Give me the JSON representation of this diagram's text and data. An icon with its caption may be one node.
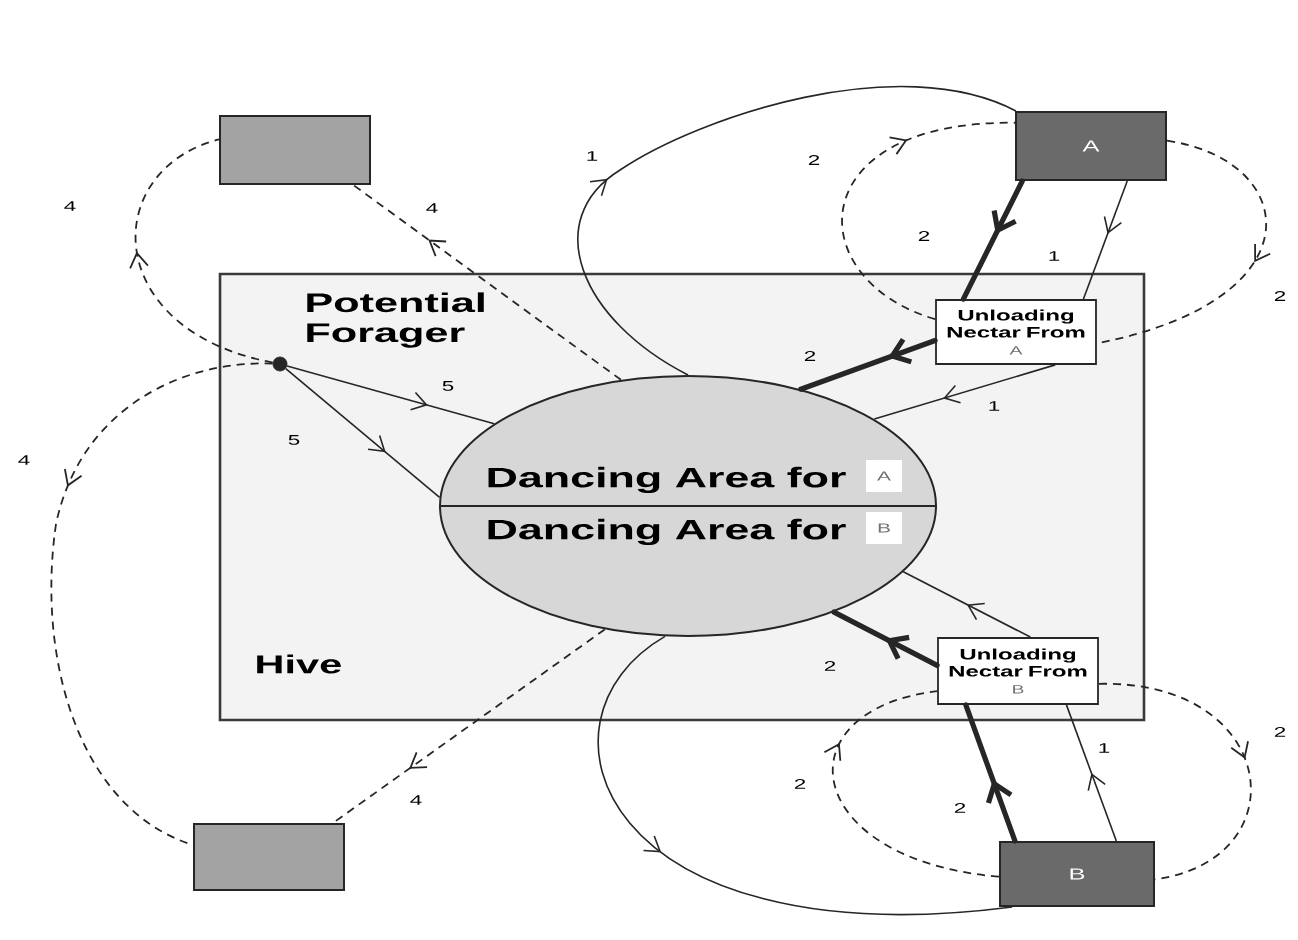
{
  "diagram": {
    "nodes": [
      {
        "text": [],
        "shape": "box"
      },
      {
        "text": [
          "A"
        ]
      },
      {
        "text": [
          "Hive"
        ]
      },
      {
        "text": [],
        "shape": "circle",
        "beside": [
          "Potential Forager"
        ],
        "in": 2
      },
      {
        "text": [
          "Unloading Nectar From",
          "A"
        ],
        "in": 2
      },
      {
        "text": [
          "Dancing Area for",
          "A",
          "Dancing Area for",
          "B"
        ],
        "in": 2
      },
      {
        "text": [
          "Unloading Nectar From",
          "B"
        ],
        "in": 2
      },
      {
        "text": [],
        "shape": "box"
      },
      {
        "text": [
          "B"
        ]
      }
    ],
    "edges": [
      {
        "from": 5,
        "to": 0,
        "arrow": "to",
        "label": "4",
        "style": "dashed"
      },
      {
        "from": 3,
        "to": 0,
        "arrow": "to",
        "label": "4",
        "style": "dashed"
      },
      {
        "from": 3,
        "to": 5,
        "arrow": "to",
        "label": "5"
      },
      {
        "from": 3,
        "to": 5,
        "arrow": "to",
        "label": "5"
      },
      {
        "from": 5,
        "to": 1,
        "arrow": "to",
        "label": "1"
      },
      {
        "from": 1,
        "to": 4,
        "arrow": "to",
        "label": "2",
        "style": "thick"
      },
      {
        "from": 4,
        "to": 5,
        "arrow": "to",
        "label": "2",
        "style": "thick"
      },
      {
        "from": 1,
        "to": 4,
        "arrow": "to",
        "label": "1"
      },
      {
        "from": 4,
        "to": 5,
        "arrow": "to",
        "label": "1"
      },
      {
        "from": 4,
        "to": 1,
        "arrow": "to",
        "label": "2",
        "style": "dashed"
      },
      {
        "from": 1,
        "to": 4,
        "arrow": "to",
        "label": "2",
        "style": "dashed"
      },
      {
        "from": 5,
        "to": 7,
        "arrow": "to",
        "label": "4",
        "style": "dashed"
      },
      {
        "from": 3,
        "to": 7,
        "arrow": "to",
        "label": "4",
        "style": "dashed"
      },
      {
        "from": 5,
        "to": 8,
        "arrow": "to"
      },
      {
        "from": 8,
        "to": 6,
        "arrow": "to",
        "label": "2",
        "style": "thick"
      },
      {
        "from": 6,
        "to": 5,
        "arrow": "to",
        "label": "2",
        "style": "thick"
      },
      {
        "from": 8,
        "to": 6,
        "arrow": "to",
        "label": "1"
      },
      {
        "from": 6,
        "to": 5,
        "arrow": "to"
      },
      {
        "from": 8,
        "to": 6,
        "arrow": "to",
        "label": "2",
        "style": "dashed"
      },
      {
        "from": 6,
        "to": 8,
        "arrow": "to",
        "label": "2",
        "style": "dashed"
      }
    ]
  }
}
